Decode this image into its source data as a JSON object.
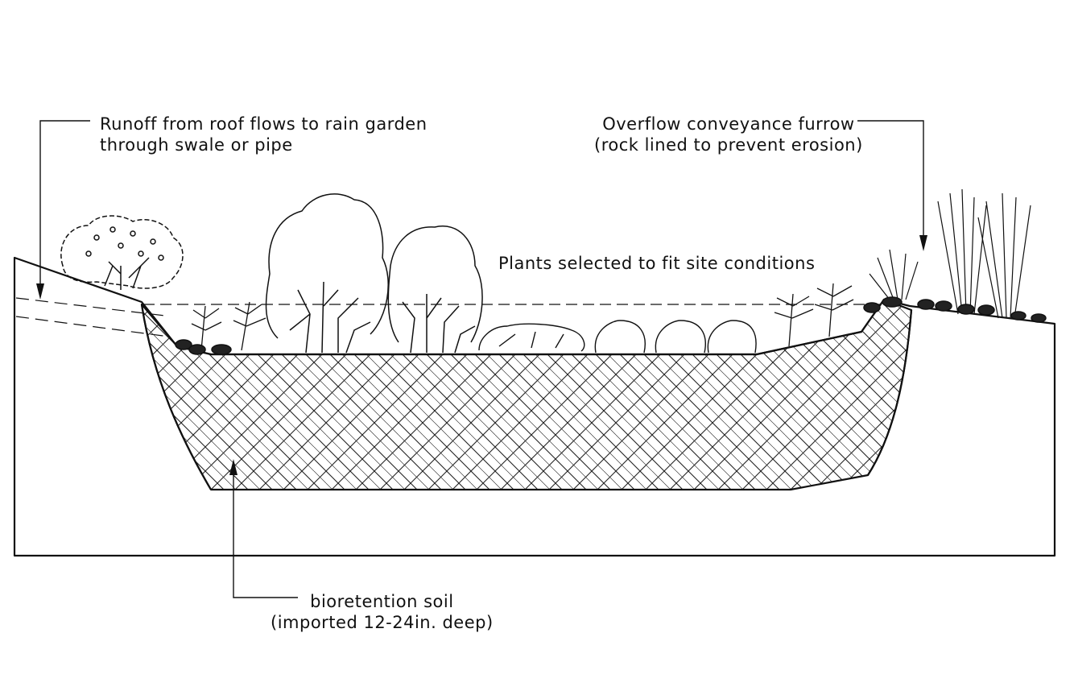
{
  "labels": {
    "runoff": {
      "line1": "Runoff from roof flows to rain garden",
      "line2": "through swale or pipe"
    },
    "overflow": {
      "line1": "Overflow conveyance furrow",
      "line2": "(rock lined to prevent erosion)"
    },
    "plants": "Plants selected to fit site conditions",
    "soil": {
      "line1": "bioretention soil",
      "line2": "(imported 12-24in. deep)"
    }
  },
  "colors": {
    "ink": "#111111",
    "background": "#ffffff"
  }
}
